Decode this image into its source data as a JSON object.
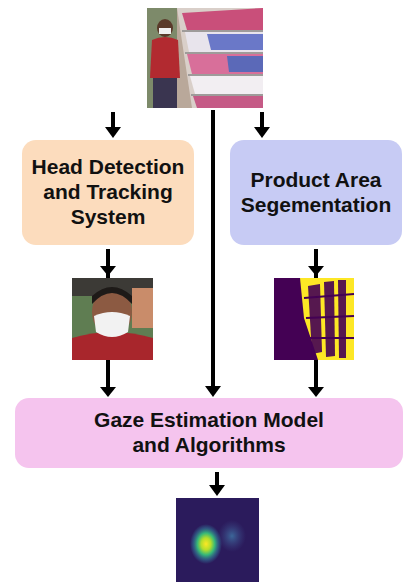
{
  "diagram": {
    "nodes": [
      {
        "text": [
          "Head Detection and Tracking System"
        ]
      },
      {
        "text": [
          "Product Area Segementation"
        ]
      },
      {
        "text": [
          "Gaze Estimation Model and Algorithms"
        ]
      }
    ],
    "edges": [
      {
        "from": 0,
        "to": 2,
        "arrow": "to"
      },
      {
        "from": 1,
        "to": 2,
        "arrow": "to"
      }
    ]
  }
}
